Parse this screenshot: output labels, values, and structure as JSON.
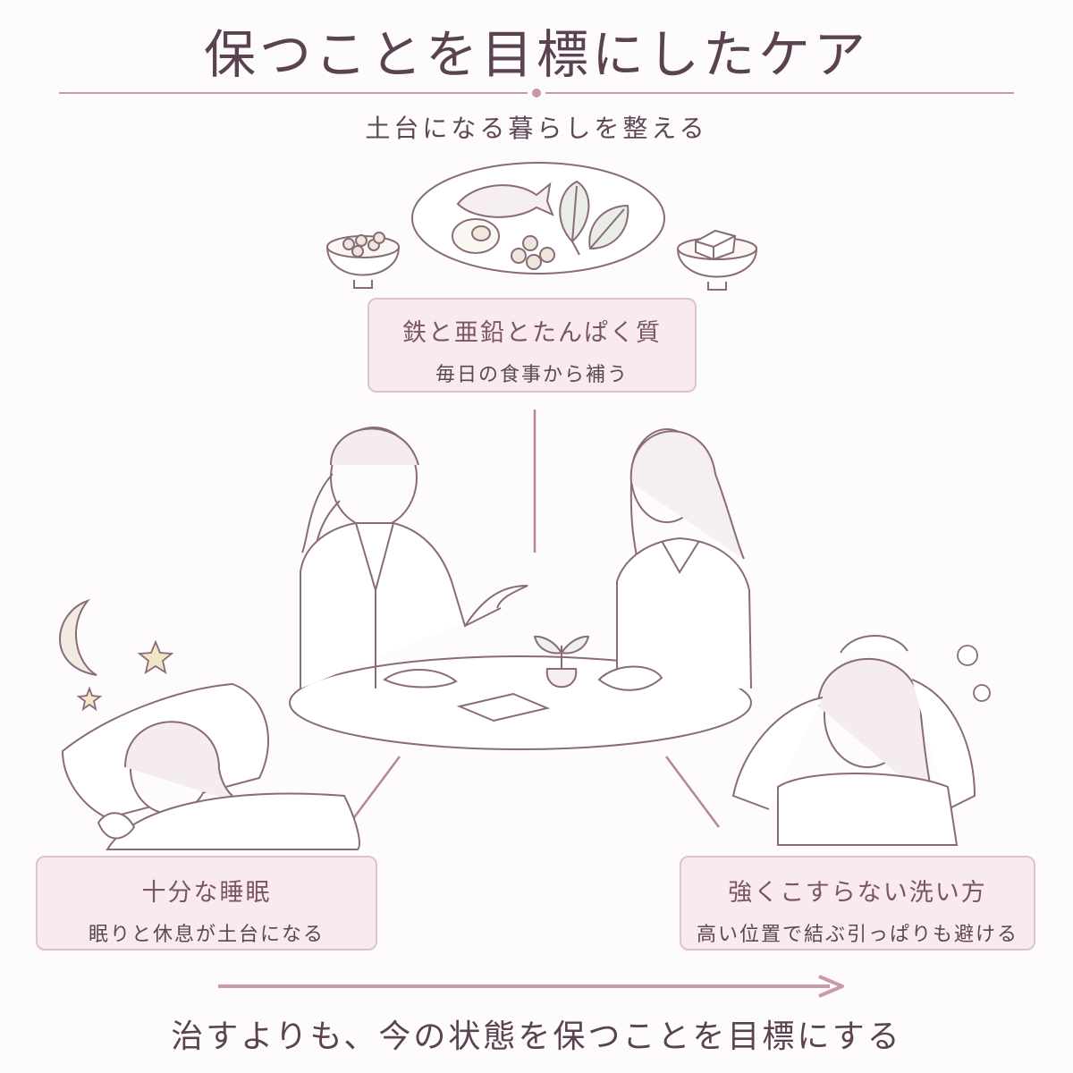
{
  "title": "保つことを目標にしたケア",
  "subtitle": "土台になる暮らしを整える",
  "nodes": {
    "food": {
      "title": "鉄と亜鉛とたんぱく質",
      "subtitle": "毎日の食事から補う"
    },
    "sleep": {
      "title": "十分な睡眠",
      "subtitle": "眠りと休息が土台になる"
    },
    "wash": {
      "title": "強くこすらない洗い方",
      "subtitle": "高い位置で結ぶ引っぱりも避ける"
    }
  },
  "footer": "治すよりも、今の状態を保つことを目標にする",
  "colors": {
    "accent": "#c99aa9",
    "card_bg": "#f8eaee",
    "card_border": "#ddc3cc",
    "line_art": "#8a6b78",
    "text": "#5e4654"
  },
  "icons": [
    "moon-icon",
    "star-icon",
    "bubble-icon",
    "sprout-icon"
  ]
}
